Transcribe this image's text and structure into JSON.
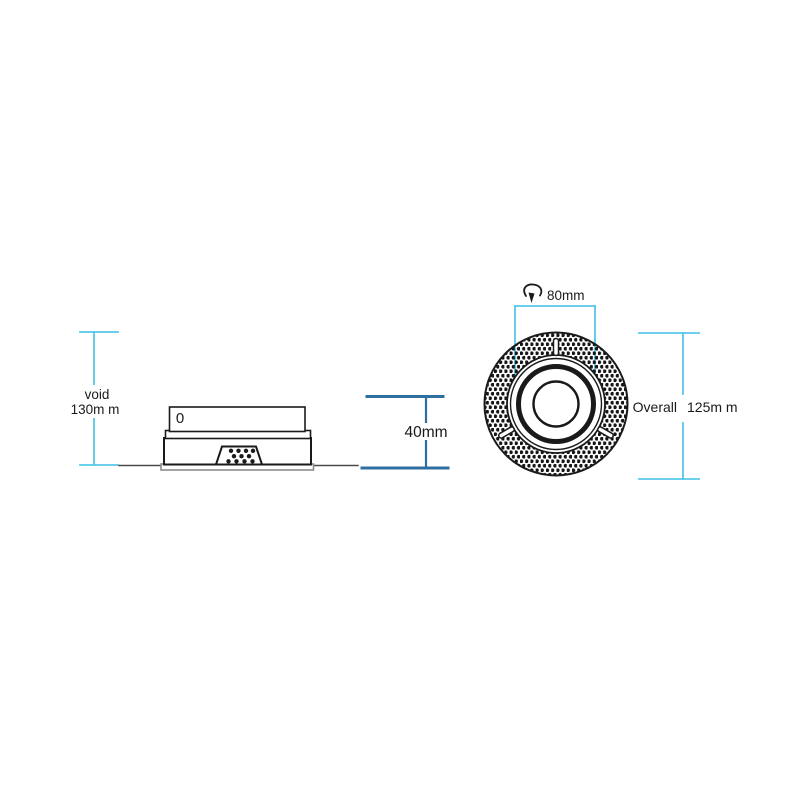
{
  "colors": {
    "dimension_light": "#56c7ea",
    "dimension_dark": "#2e6f9f",
    "outline": "#1a1a1a",
    "muted_line": "#8c8c8c"
  },
  "drawing": {
    "side_view": {
      "knockout_mark": "0",
      "void_label_line1": "void",
      "void_label_line2": "130m m",
      "depth_label": "40mm"
    },
    "front_view": {
      "cutout_label": "80mm",
      "overall_label": "Overall",
      "overall_value": "125m m"
    }
  }
}
